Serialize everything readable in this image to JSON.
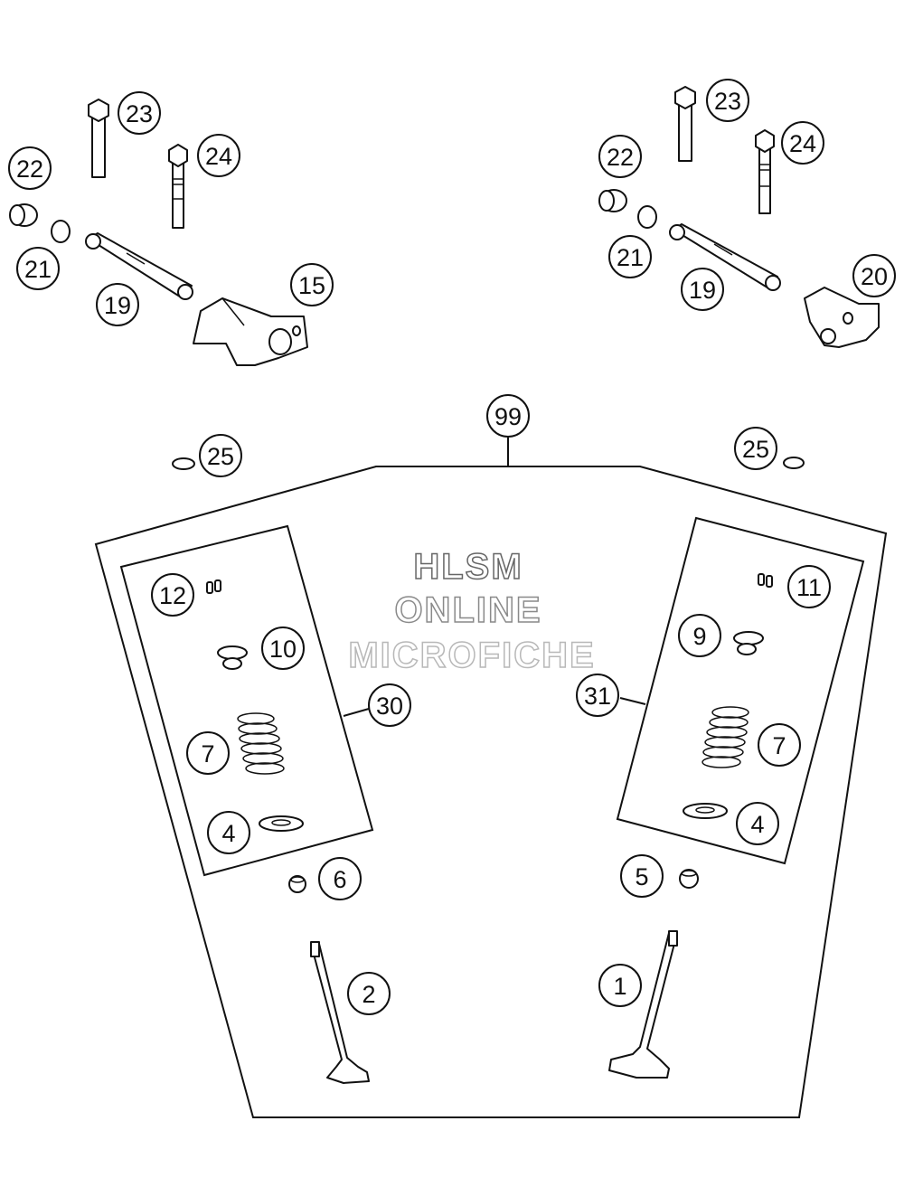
{
  "watermark": {
    "line1": "HLSM",
    "line2": "ONLINE",
    "line3": "MICROFICHE",
    "color": "#8a8a8a",
    "color_light": "#b8b8b8"
  },
  "callouts": {
    "c99": "99",
    "c23_left": "23",
    "c24_left": "24",
    "c22_left": "22",
    "c21_left": "21",
    "c19_left": "19",
    "c15": "15",
    "c23_right": "23",
    "c24_right": "24",
    "c22_right": "22",
    "c21_right": "21",
    "c19_right": "19",
    "c20": "20",
    "c25_left": "25",
    "c25_right": "25",
    "c12": "12",
    "c10": "10",
    "c30": "30",
    "c7_left": "7",
    "c4_left": "4",
    "c11": "11",
    "c9": "9",
    "c31": "31",
    "c7_right": "7",
    "c4_right": "4",
    "c6": "6",
    "c5": "5",
    "c2": "2",
    "c1": "1"
  },
  "colors": {
    "line": "#111111",
    "background": "#ffffff"
  }
}
